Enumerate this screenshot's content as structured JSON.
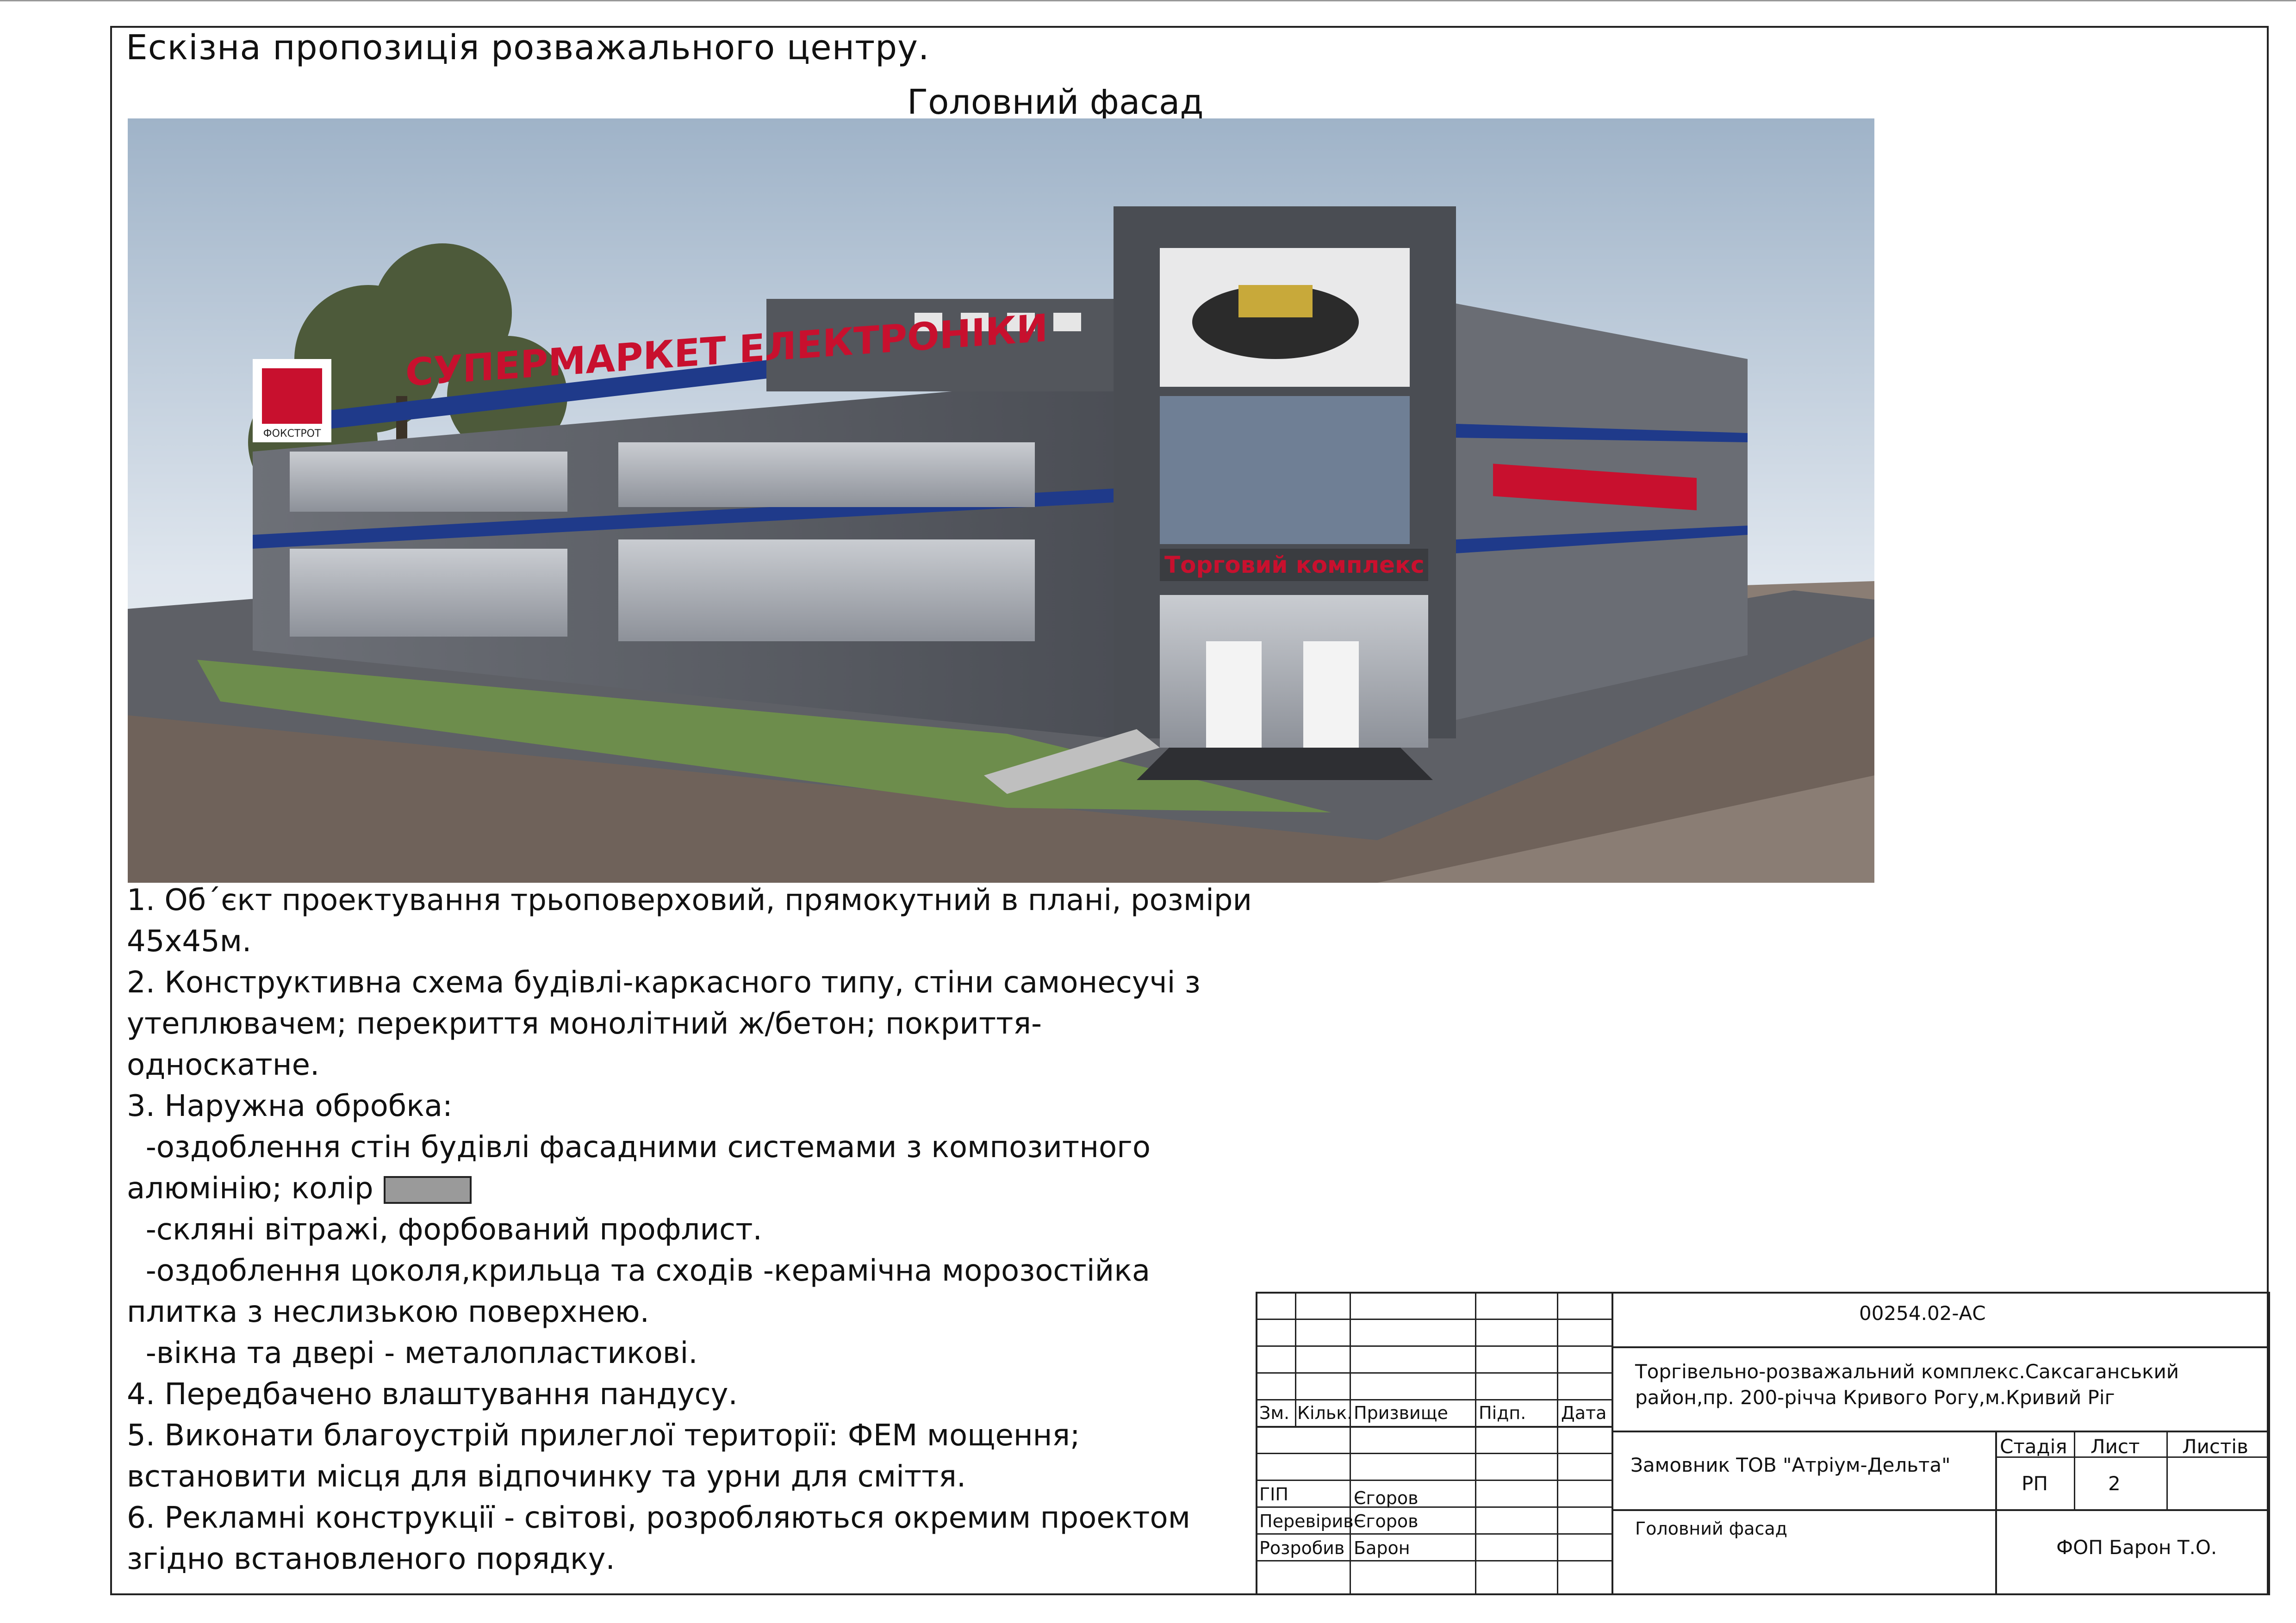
{
  "title": "Ескізна пропозиція розважального центру.",
  "subtitle": "Головний фасад",
  "render": {
    "sign_main": "СУПЕРМАРКЕТ ЕЛЕКТРОНІКИ",
    "sign_complex": "Торговий комплекс",
    "logo_text": "ФОКСТРОТ"
  },
  "notes": [
    "1. Об´єкт проектування трьоповерховий, прямокутний в плані, розміри",
    "45х45м.",
    "2. Конструктивна схема будівлі-каркасного типу, стіни самонесучі з",
    "утеплювачем; перекриття монолітний ж/бетон; покриття-",
    "односкатне.",
    "3. Наружна обробка:",
    "  -оздоблення стін будівлі фасадними системами з композитного",
    "алюмінію; колір",
    "  -скляні вітражі, форбований профлист.",
    "  -оздоблення цоколя,крильца та сходів -керамічна морозостійка",
    "плитка з неслизькою поверхнею.",
    "  -вікна та двері - металопластикові.",
    "4. Передбачено влаштування пандусу.",
    "5. Виконати благоустрій прилеглої території: ФЕМ мощення;",
    "встановити місця для відпочинку та урни для сміття.",
    "6. Рекламні конструкції - світові, розробляються окремим проектом",
    "згідно встановленого порядку."
  ],
  "swatch_color": "#9a9a9a",
  "title_block": {
    "headers": {
      "zm": "Зм.",
      "kilk": "Кільк.",
      "surname": "Призвище",
      "sign": "Підп.",
      "date": "Дата"
    },
    "roles": [
      {
        "role": "ГІП",
        "name": "Єгоров"
      },
      {
        "role": "Перевірив",
        "name": "Єгоров"
      },
      {
        "role": "Розробив",
        "name": "Барон"
      }
    ],
    "code": "00254.02-АС",
    "project_line1": "Торгівельно-розважальний комплекс.Саксаганський",
    "project_line2": "район,пр. 200-річча Кривого Рогу,м.Кривий Ріг",
    "customer": "Замовник ТОВ \"Атріум-Дельта\"",
    "stage_label": "Стадія",
    "sheet_label": "Лист",
    "sheets_label": "Листів",
    "stage_value": "РП",
    "sheet_value": "2",
    "sheets_value": "",
    "drawing_name": "Головний фасад",
    "company": "ФОП Барон Т.О."
  }
}
